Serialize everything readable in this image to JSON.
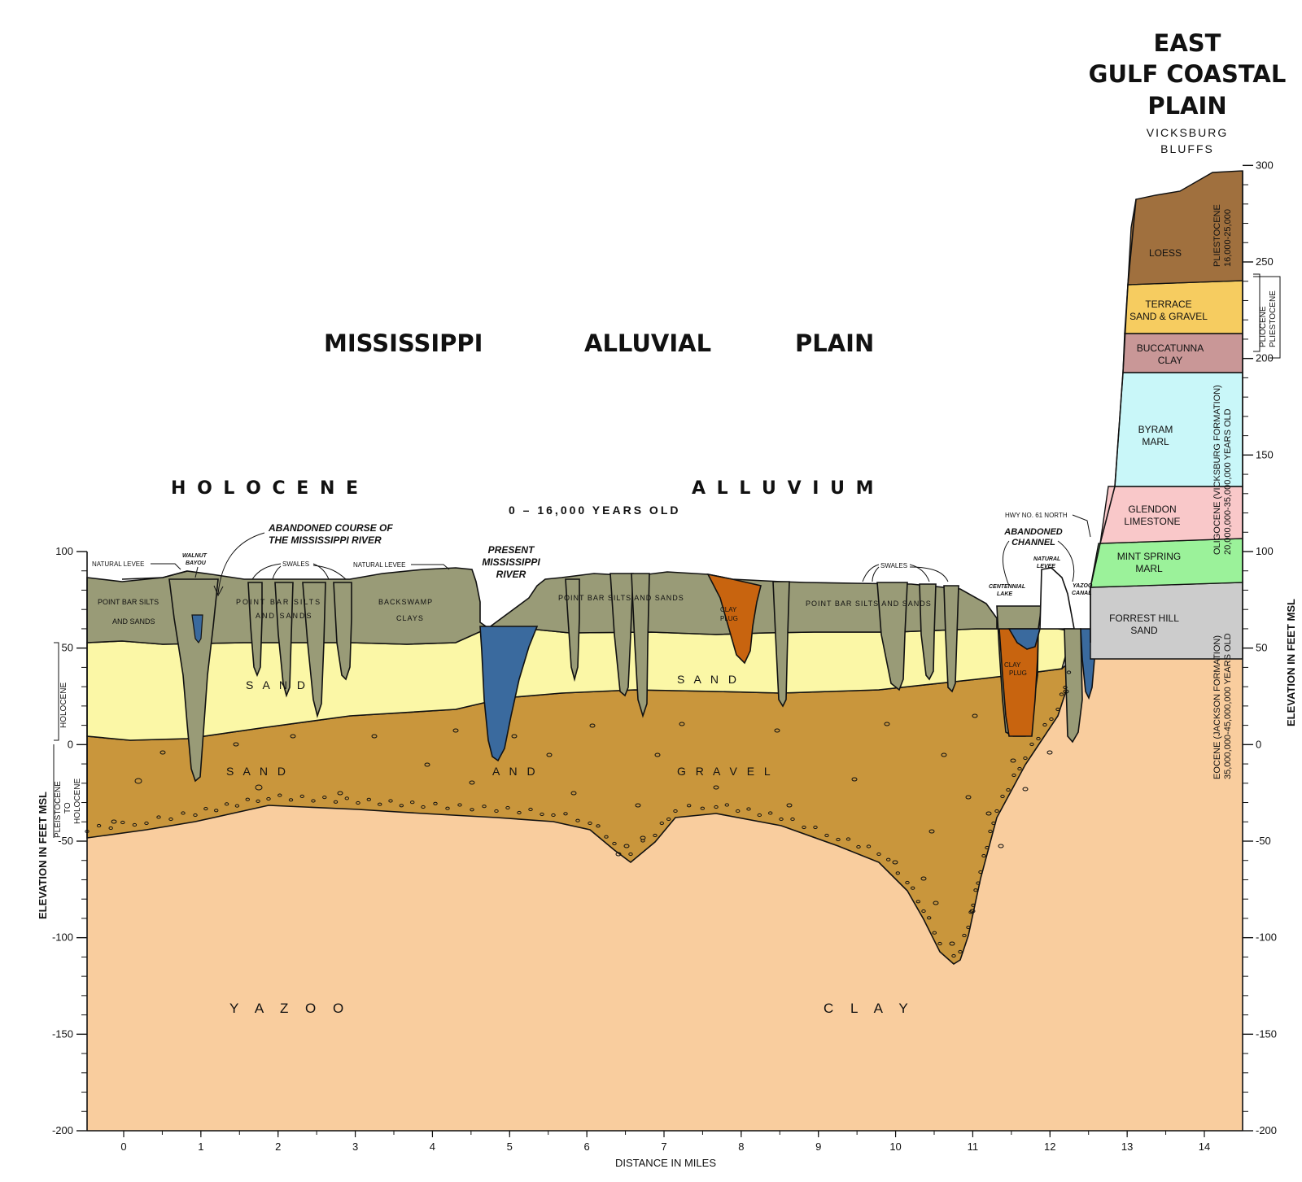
{
  "titles": {
    "main_plain": [
      "MISSISSIPPI",
      "ALLUVIAL",
      "PLAIN"
    ],
    "east_plain": [
      "EAST",
      "GULF COASTAL",
      "PLAIN"
    ],
    "vicksburg": [
      "VICKSBURG",
      "BLUFFS"
    ],
    "holocene_alluvium": [
      "H O L O C E N E",
      "A L L U V I U M"
    ],
    "holocene_age": "0 – 16,000 YEARS OLD"
  },
  "axes": {
    "left_label": "ELEVATION IN FEET MSL",
    "right_label": "ELEVATION IN FEET MSL",
    "x_label": "DISTANCE IN MILES",
    "left_ticks": [
      "100",
      "50",
      "0",
      "-50",
      "-100",
      "-150",
      "-200"
    ],
    "right_ticks": [
      "300",
      "250",
      "200",
      "150",
      "100",
      "50",
      "0",
      "-50",
      "-100",
      "-150",
      "-200"
    ],
    "x_ticks": [
      "0",
      "1",
      "2",
      "3",
      "4",
      "5",
      "6",
      "7",
      "8",
      "9",
      "10",
      "11",
      "12",
      "13",
      "14"
    ],
    "left_periods": [
      "HOLOCENE",
      "PLEISTOCENE",
      "TO",
      "HOLOCENE"
    ]
  },
  "layers": {
    "sand": "S A N D",
    "sand_and_gravel": [
      "S A N D",
      "A N D",
      "G R A V E L"
    ],
    "yazoo_clay": [
      "Y A Z O O",
      "C L A Y"
    ],
    "point_bar_1": [
      "POINT BAR SILTS",
      "AND SANDS"
    ],
    "point_bar_2": [
      "POINT BAR SILTS",
      "AND SANDS"
    ],
    "backswamp": [
      "BACKSWAMP",
      "CLAYS"
    ],
    "point_bar_3": "POINT BAR SILTS AND SANDS",
    "point_bar_4": "POINT BAR SILTS AND SANDS",
    "clay_plug": [
      "CLAY",
      "PLUG"
    ]
  },
  "annotations": {
    "natural_levee": "NATURAL LEVEE",
    "walnut_bayou": [
      "WALNUT",
      "BAYOU"
    ],
    "abandoned_course": [
      "ABANDONED COURSE OF",
      "THE MISSISSIPPI RIVER"
    ],
    "swales": "SWALES",
    "present_river": [
      "PRESENT",
      "MISSISSIPPI",
      "RIVER"
    ],
    "hwy": "HWY NO. 61 NORTH",
    "abandoned_channel": [
      "ABANDONED",
      "CHANNEL"
    ],
    "centennial_lake": [
      "CENTENNIAL",
      "LAKE"
    ],
    "natural_levee_2": [
      "NATURAL",
      "LEVEE"
    ],
    "yazoo_canal": [
      "YAZOO",
      "CANAL"
    ]
  },
  "column": {
    "loess": "LOESS",
    "terrace": [
      "TERRACE",
      "SAND & GRAVEL"
    ],
    "buccatunna": [
      "BUCCATUNNA",
      "CLAY"
    ],
    "byram": [
      "BYRAM",
      "MARL"
    ],
    "glendon": [
      "GLENDON",
      "LIMESTONE"
    ],
    "mint_spring": [
      "MINT SPRING",
      "MARL"
    ],
    "forrest_hill": [
      "FORREST HILL",
      "SAND"
    ],
    "pliestocene": [
      "PLIESTOCENE",
      "16,000-25,000"
    ],
    "pliocene": [
      "PLIOCENE",
      "PLIESTOCENE"
    ],
    "oligocene": [
      "OLIGOCENE (VICKSBURG FORMATION)",
      "20,000,000-35,000,000 YEARS OLD"
    ],
    "eocene": [
      "EOCENE (JACKSON FORMATION)",
      "35,000,000-45,000,000 YEARS OLD"
    ]
  },
  "colors": {
    "yazoo": "#F9CD9E",
    "gravel": "#C9963C",
    "sand": "#FBF7A6",
    "silt": "#999B77",
    "river": "#3A6A9E",
    "clay_plug": "#C8640F",
    "loess": "#A0703E",
    "terrace": "#F6CC60",
    "buccatunna": "#C99797",
    "byram": "#C9F7F9",
    "glendon": "#F9C8C9",
    "mint": "#9BF29A",
    "forrest": "#CCCCCC"
  }
}
